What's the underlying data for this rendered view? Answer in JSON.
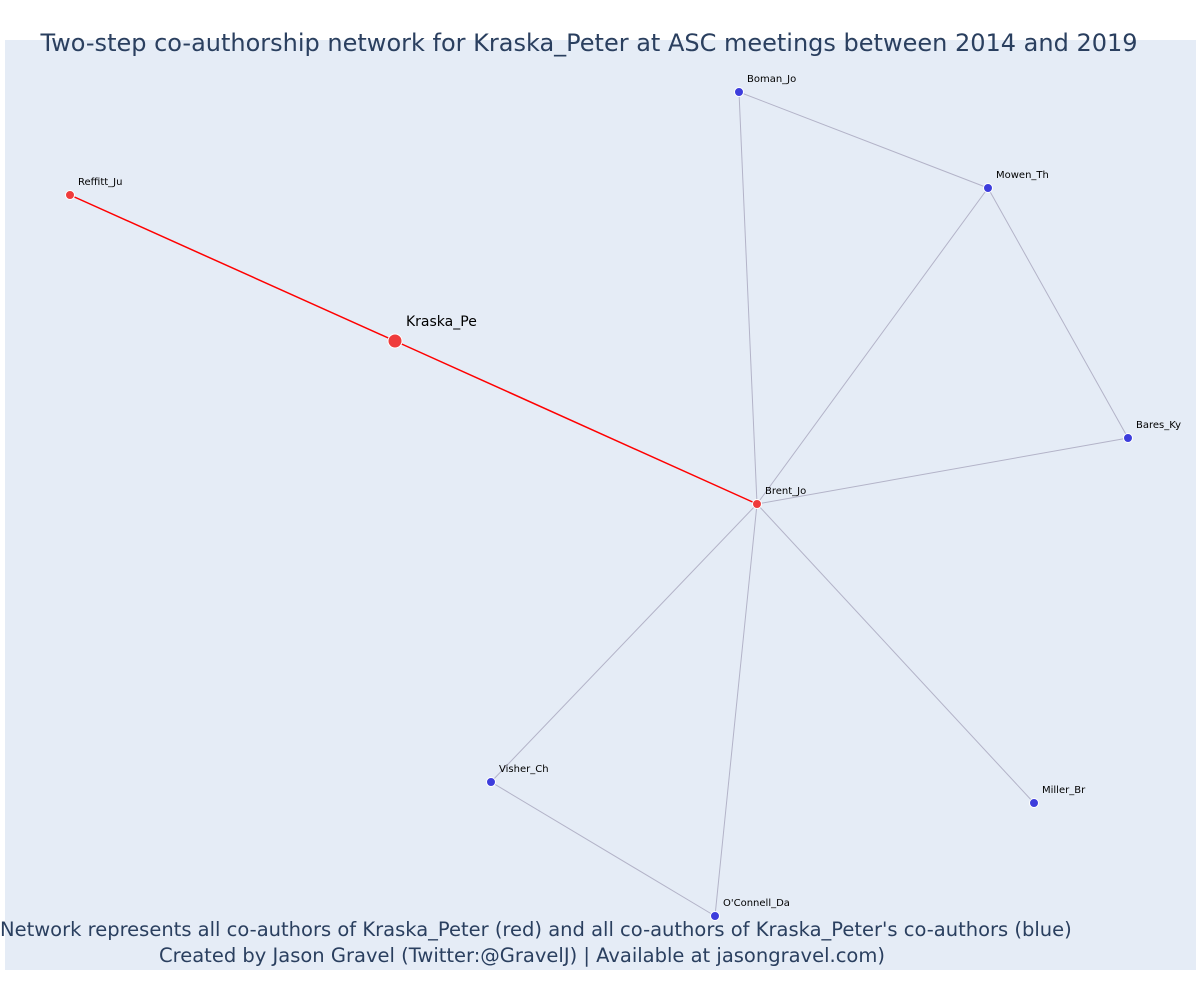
{
  "title": "Two-step co-authorship network for Kraska_Peter at ASC meetings between 2014 and 2019",
  "caption": {
    "line1": "Network represents all co-authors of Kraska_Peter (red) and all co-authors of Kraska_Peter's co-authors (blue)",
    "line2": "Created by Jason Gravel (Twitter:@GravelJ) | Available at jasongravel.com)"
  },
  "colors": {
    "background": "#e5ecf6",
    "first_step_node": "#ef3b3b",
    "second_step_node": "#3d3ddc",
    "first_step_edge": "#ff0000",
    "second_step_edge": "#b3b3c8",
    "text": "#2a3f5f"
  },
  "nodes": [
    {
      "id": "Kraska_Pe",
      "label": "Kraska_Pe",
      "group": "focal"
    },
    {
      "id": "Reffitt_Ju",
      "label": "Reffitt_Ju",
      "group": "coauthor"
    },
    {
      "id": "Brent_Jo",
      "label": "Brent_Jo",
      "group": "coauthor"
    },
    {
      "id": "Boman_Jo",
      "label": "Boman_Jo",
      "group": "second_step"
    },
    {
      "id": "Mowen_Th",
      "label": "Mowen_Th",
      "group": "second_step"
    },
    {
      "id": "Bares_Ky",
      "label": "Bares_Ky",
      "group": "second_step"
    },
    {
      "id": "Visher_Ch",
      "label": "Visher_Ch",
      "group": "second_step"
    },
    {
      "id": "Miller_Br",
      "label": "Miller_Br",
      "group": "second_step"
    },
    {
      "id": "OConnell_Da",
      "label": "O'Connell_Da",
      "group": "second_step"
    }
  ],
  "edges": [
    {
      "source": "Reffitt_Ju",
      "target": "Kraska_Pe",
      "type": "first_step"
    },
    {
      "source": "Kraska_Pe",
      "target": "Brent_Jo",
      "type": "first_step"
    },
    {
      "source": "Boman_Jo",
      "target": "Mowen_Th",
      "type": "second_step"
    },
    {
      "source": "Boman_Jo",
      "target": "Brent_Jo",
      "type": "second_step"
    },
    {
      "source": "Mowen_Th",
      "target": "Brent_Jo",
      "type": "second_step"
    },
    {
      "source": "Mowen_Th",
      "target": "Bares_Ky",
      "type": "second_step"
    },
    {
      "source": "Bares_Ky",
      "target": "Brent_Jo",
      "type": "second_step"
    },
    {
      "source": "Brent_Jo",
      "target": "Visher_Ch",
      "type": "second_step"
    },
    {
      "source": "Brent_Jo",
      "target": "OConnell_Da",
      "type": "second_step"
    },
    {
      "source": "Brent_Jo",
      "target": "Miller_Br",
      "type": "second_step"
    },
    {
      "source": "Visher_Ch",
      "target": "OConnell_Da",
      "type": "second_step"
    }
  ]
}
